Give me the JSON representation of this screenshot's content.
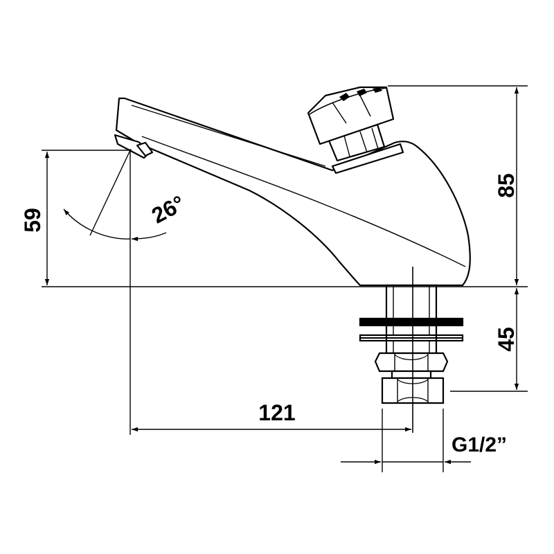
{
  "diagram": {
    "dimensions": {
      "spout_height": "59",
      "total_height": "85",
      "connector_length": "45",
      "spout_reach": "121",
      "thread": "G1/2”",
      "spout_angle": "26°"
    },
    "colors": {
      "line": "#000000",
      "background": "#ffffff"
    }
  }
}
